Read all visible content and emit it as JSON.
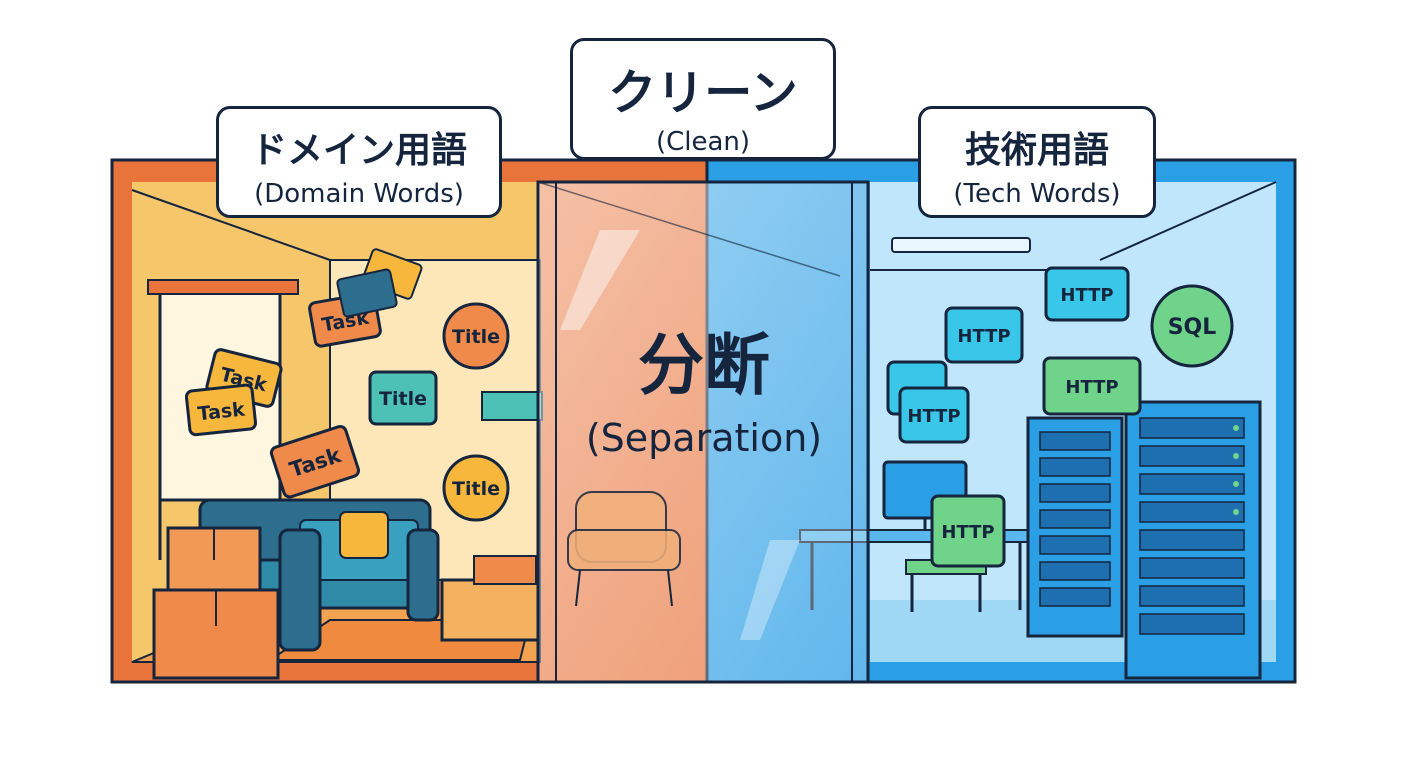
{
  "labels": {
    "domain": {
      "main": "ドメイン用語",
      "sub": "(Domain Words)"
    },
    "clean": {
      "main": "クリーン",
      "sub": "(Clean)"
    },
    "tech": {
      "main": "技術用語",
      "sub": "(Tech Words)"
    }
  },
  "separation": {
    "main": "分断",
    "sub": "(Separation)"
  },
  "domain_room": {
    "task_cards": [
      "Task",
      "Task",
      "Task",
      "Task"
    ],
    "title_badges": [
      "Title",
      "Title",
      "Title"
    ]
  },
  "tech_room": {
    "http_cards": [
      "HTTP",
      "HTTP",
      "HTTP",
      "HTTP",
      "HTTP"
    ],
    "sql_badge": "SQL"
  },
  "colors": {
    "outline": "#15253e",
    "domain_orange": "#e8743b",
    "domain_wall": "#f6c66a",
    "tech_blue": "#2b9fe6",
    "tech_wall": "#bfe6fb",
    "card_orange": "#ef8a4a",
    "card_teal": "#4ec1b6",
    "card_green": "#6fd48a",
    "card_cyan": "#38c7e8"
  }
}
